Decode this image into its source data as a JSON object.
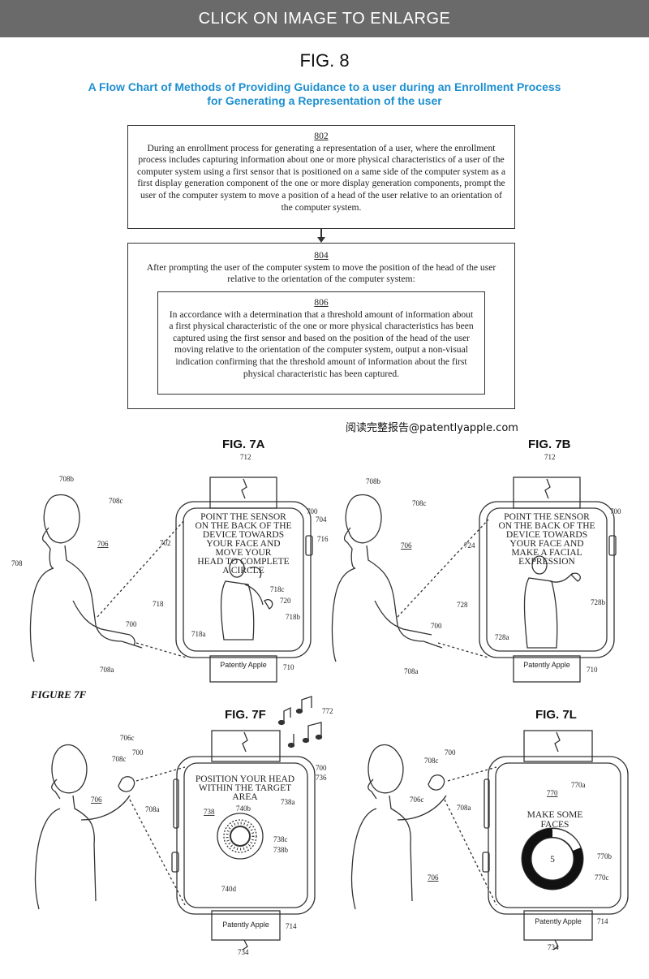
{
  "header": {
    "banner": "CLICK ON IMAGE TO ENLARGE"
  },
  "figure": {
    "title": "FIG. 8",
    "subtitle_line1": "A Flow Chart of Methods of Providing Guidance to a user during an Enrollment Process",
    "subtitle_line2": "for Generating a Representation of the user"
  },
  "flowchart": {
    "step802": {
      "ref": "802",
      "text": "During an enrollment process for generating a representation of a user, where the enrollment process includes capturing information about one or more physical characteristics of a user of the computer system using a first sensor that is positioned on a same side of the computer system as a first display generation component of the one or more display generation components, prompt the user of the computer system to move a position of a head of the user relative to an orientation of the computer system."
    },
    "step804": {
      "ref": "804",
      "text": "After prompting the user of the computer system to move the position of the head of the user relative to the orientation of the computer system:"
    },
    "step806": {
      "ref": "806",
      "text": "In accordance with a determination that a threshold amount of information about a first physical characteristic of the one or more physical characteristics has been captured using the first sensor and based on the position of the head of the user moving relative to the orientation of the computer system, output a non-visual indication confirming that the threshold amount of information about the first physical characteristic has been captured."
    }
  },
  "watermark": "阅读完整报告@patentlyapple.com",
  "figures": {
    "fig7a": {
      "label": "FIG. 7A",
      "screen_lines": [
        "POINT THE SENSOR",
        "ON THE BACK OF THE",
        "DEVICE TOWARDS",
        "YOUR FACE AND",
        "MOVE YOUR",
        "HEAD TO COMPLETE",
        "A CIRCLE"
      ],
      "refs": [
        "712",
        "708b",
        "708c",
        "706",
        "708",
        "700",
        "704",
        "716",
        "702",
        "718c",
        "720",
        "718",
        "718b",
        "718a",
        "710",
        "708a"
      ]
    },
    "fig7b": {
      "label": "FIG. 7B",
      "screen_lines": [
        "POINT THE SENSOR",
        "ON THE BACK OF THE",
        "DEVICE TOWARDS",
        "YOUR FACE AND",
        "MAKE A FACIAL",
        "EXPRESSION"
      ],
      "refs": [
        "712",
        "708b",
        "708c",
        "706",
        "724",
        "700",
        "728",
        "728b",
        "728a",
        "710",
        "708a"
      ]
    },
    "fig7f": {
      "label": "FIG. 7F",
      "caption": "FIGURE 7F",
      "screen_lines": [
        "POSITION YOUR HEAD",
        "WITHIN THE TARGET",
        "AREA"
      ],
      "refs": [
        "772",
        "706c",
        "708c",
        "700",
        "706",
        "708a",
        "700",
        "736",
        "738a",
        "738",
        "740b",
        "738c",
        "738b",
        "740d",
        "714",
        "734"
      ]
    },
    "fig7l": {
      "label": "FIG. 7L",
      "screen_lines": [
        "MAKE SOME",
        "FACES"
      ],
      "counter": "5",
      "refs": [
        "700",
        "708c",
        "706c",
        "708a",
        "770",
        "770a",
        "770b",
        "770c",
        "706",
        "714",
        "734"
      ]
    },
    "band_text": "Patently Apple"
  }
}
